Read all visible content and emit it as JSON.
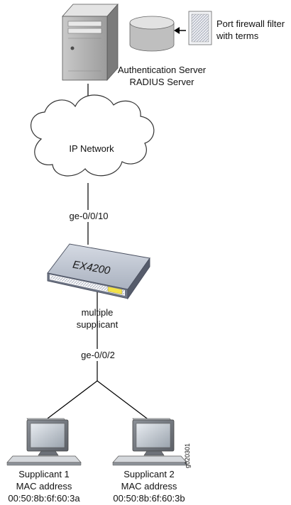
{
  "nodes": {
    "auth_server": {
      "line1": "Authentication Server",
      "line2": "RADIUS Server"
    },
    "firewall_filter": {
      "line1": "Port firewall filter",
      "line2": "with terms"
    },
    "ip_network": {
      "label": "IP Network"
    },
    "switch": {
      "model": "EX4200"
    },
    "supplicant_1": {
      "name": "Supplicant 1",
      "mac_label": "MAC address",
      "mac": "00:50:8b:6f:60:3a"
    },
    "supplicant_2": {
      "name": "Supplicant 2",
      "mac_label": "MAC address",
      "mac": "00:50:8b:6f:60:3b"
    }
  },
  "ports": {
    "uplink": "ge-0/0/10",
    "downlink": "ge-0/0/2"
  },
  "switch_mode": {
    "line1": "multiple",
    "line2": "supplicant"
  },
  "figure_id": "g020301"
}
